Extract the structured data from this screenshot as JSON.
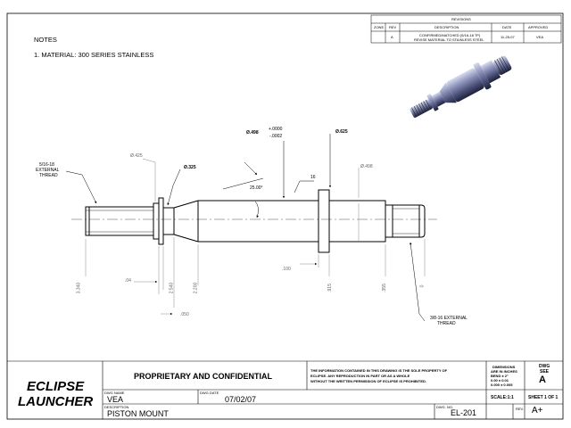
{
  "notes": {
    "heading": "NOTES",
    "items": [
      "1. MATERIAL: 300 SERIES STAINLESS"
    ]
  },
  "revisions": {
    "title": "REVISIONS",
    "headers": [
      "ZONE",
      "REV",
      "DESCRIPTION",
      "DATE",
      "APPROVED"
    ],
    "rows": [
      {
        "zone": "",
        "rev": "A",
        "description_line1": "CONFIRMED/MATCHED (5/16-18 TP)",
        "description_line2": "REVISE MATERIAL TO STAINLESS STEEL",
        "date": "11-25-07",
        "approved": "VEA"
      }
    ]
  },
  "dimensions": {
    "left_thread_l1": "5/16-18",
    "left_thread_l2": "EXTERNAL",
    "left_thread_l3": "THREAD",
    "d425": "Ø.425",
    "d325": "Ø.325",
    "d498_main": "Ø.498",
    "tol_plus": "+.0000",
    "tol_minus": "-.0002",
    "d625": "Ø.625",
    "d498_right": "Ø.498",
    "angle": "25.00°",
    "sixteen": "16",
    "d100": ".100",
    "d04": ".04",
    "d050": ".050",
    "d3340": "3.340",
    "d2540": "2.540",
    "d2200": "2.200",
    "d915": ".915",
    "d355": ".355",
    "d0": "0",
    "right_thread_l1": "3/8-16 EXTERNAL",
    "right_thread_l2": "THREAD"
  },
  "title_block": {
    "proprietary": "PROPRIETARY AND CONFIDENTIAL",
    "legal_l1": "THE INFORMATION CONTAINED IN THIS DRAWING IS THE SOLE PROPERTY OF",
    "legal_l2": "ECLIPSE.  ANY REPRODUCTION IN PART OR AS A WHOLE",
    "legal_l3": "WITHOUT THE WRITTEN PERMISSION OF ECLIPSE IS PROHIBITED.",
    "units_l1": "DIMENSIONS",
    "units_l2": "ARE IN INCHES",
    "units_l3": "BEND ± 2°",
    "units_l4": "0.00   ± 0.01",
    "units_l5": "0.000  ± 0.005",
    "dwg_see_l1": "DWG",
    "dwg_see_l2": "SEE",
    "dwg_letter": "A",
    "company_l1": "ECLIPSE",
    "company_l2": "LAUNCHER",
    "dwg_name_label": "DWG NAME",
    "dwg_name": "VEA",
    "dwg_date_label": "DWG DATE",
    "dwg_date": "07/02/07",
    "description_label": "DESCRIPTION",
    "description": "PISTON MOUNT",
    "dwg_no_label": "DWG. NO.",
    "dwg_no": "EL-201",
    "scale": "SCALE:1:1",
    "sheet": "SHEET 1 OF 1",
    "rev_label": "REV.",
    "rev": "A+"
  }
}
